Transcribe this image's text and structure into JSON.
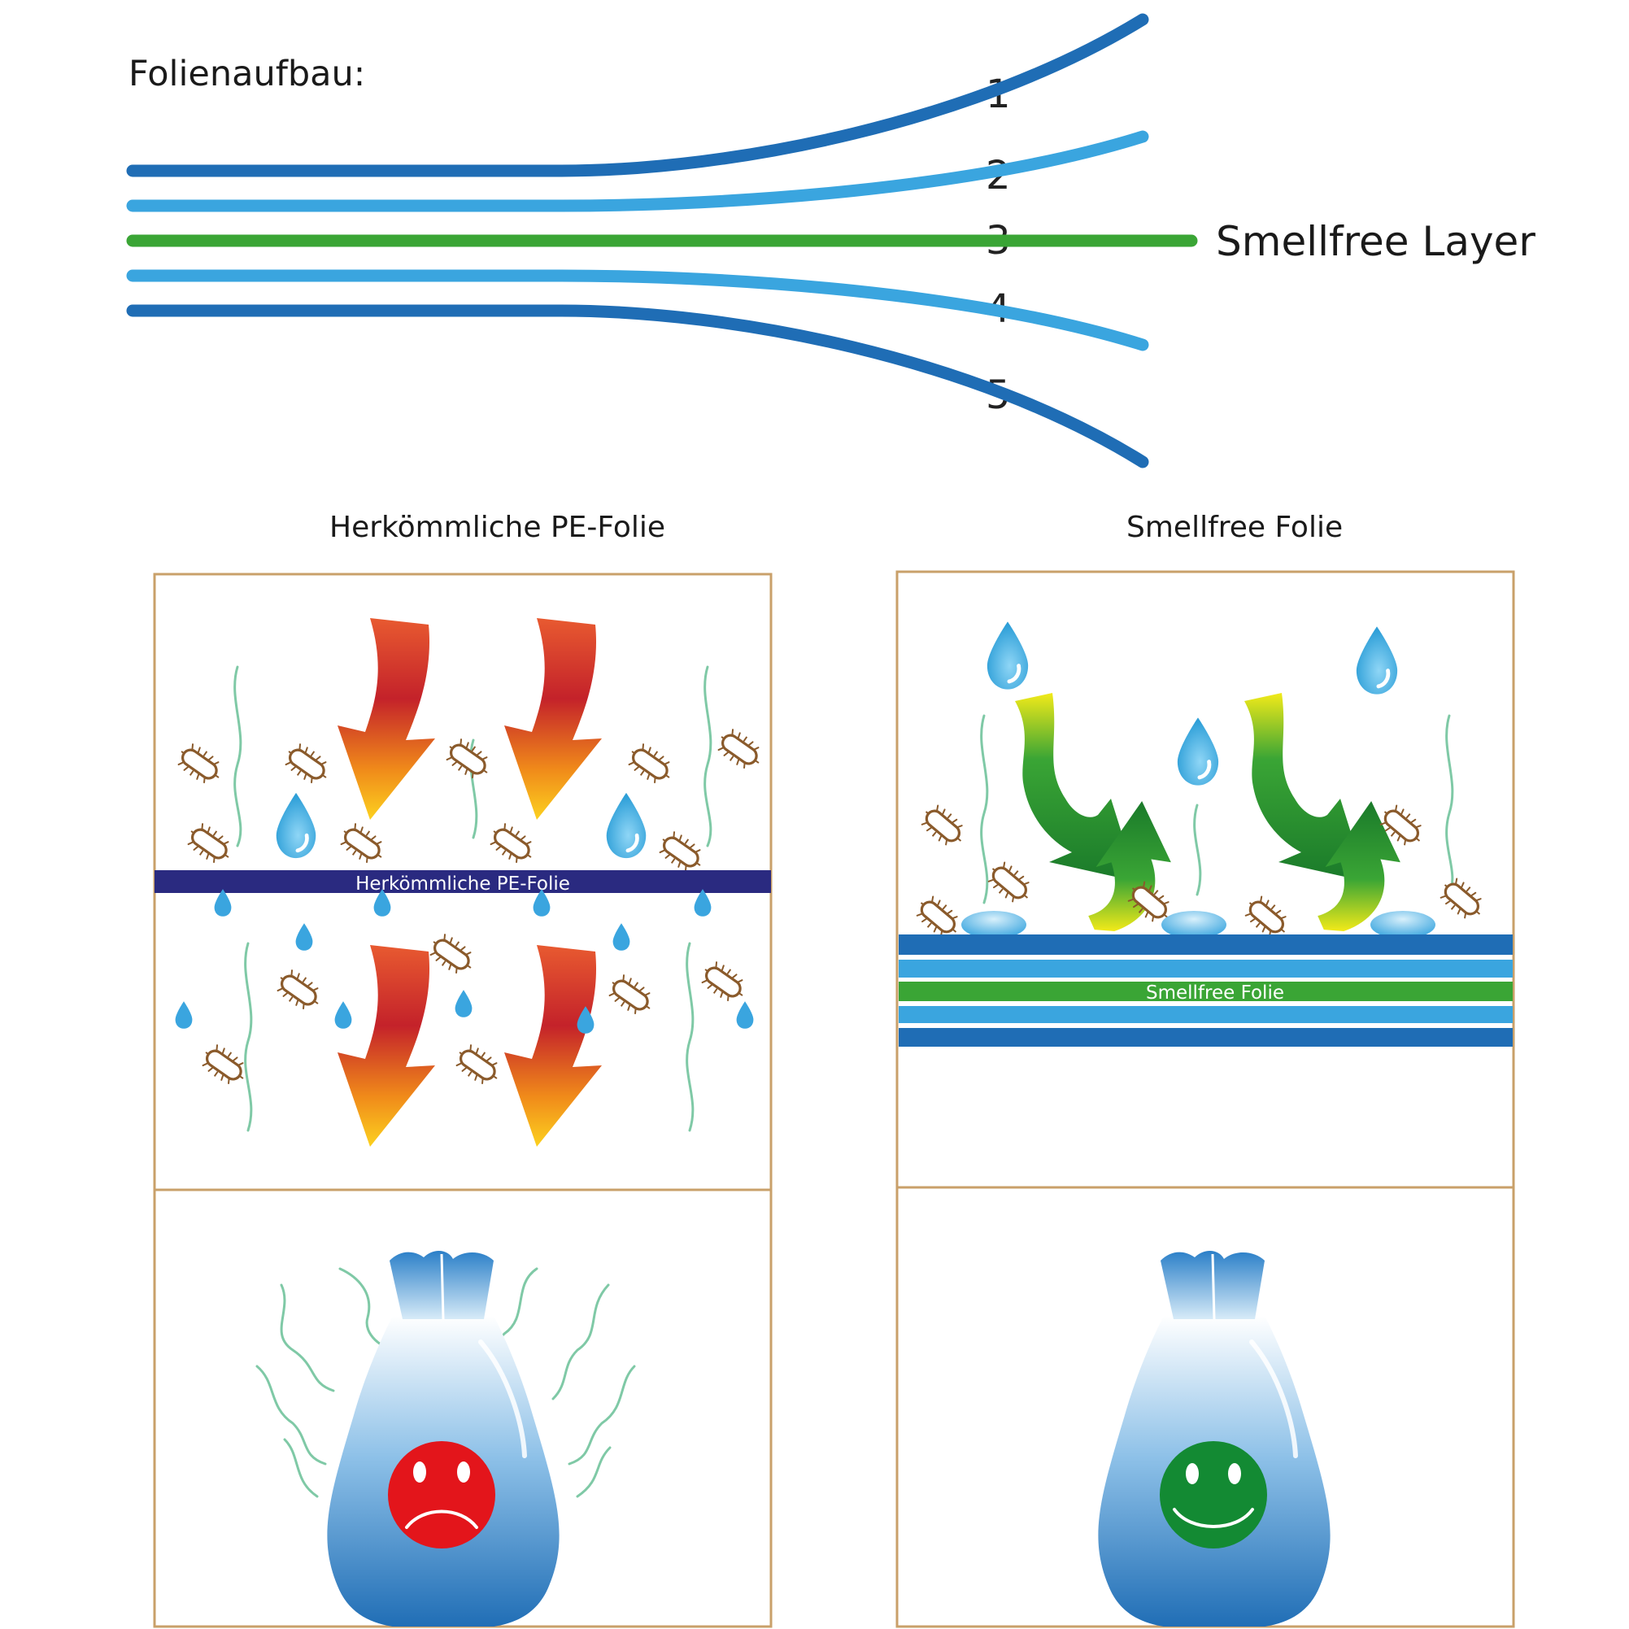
{
  "header": {
    "title": "Folienaufbau:",
    "layer_numbers": [
      "1",
      "2",
      "3",
      "4",
      "5"
    ],
    "smellfree_label": "Smellfree Layer"
  },
  "panels": {
    "left": {
      "title": "Herkömmliche PE-Folie",
      "band_label": "Herkömmliche PE-Folie"
    },
    "right": {
      "title": "Smellfree Folie",
      "band_label": "Smellfree Folie"
    }
  },
  "colors": {
    "dark_blue": "#1f6db5",
    "light_blue": "#3aa5df",
    "green": "#3aa535",
    "navy": "#2a2a80",
    "panel_border": "#c9a06a",
    "sad_face": "#e3151b",
    "happy_face": "#138a33"
  }
}
